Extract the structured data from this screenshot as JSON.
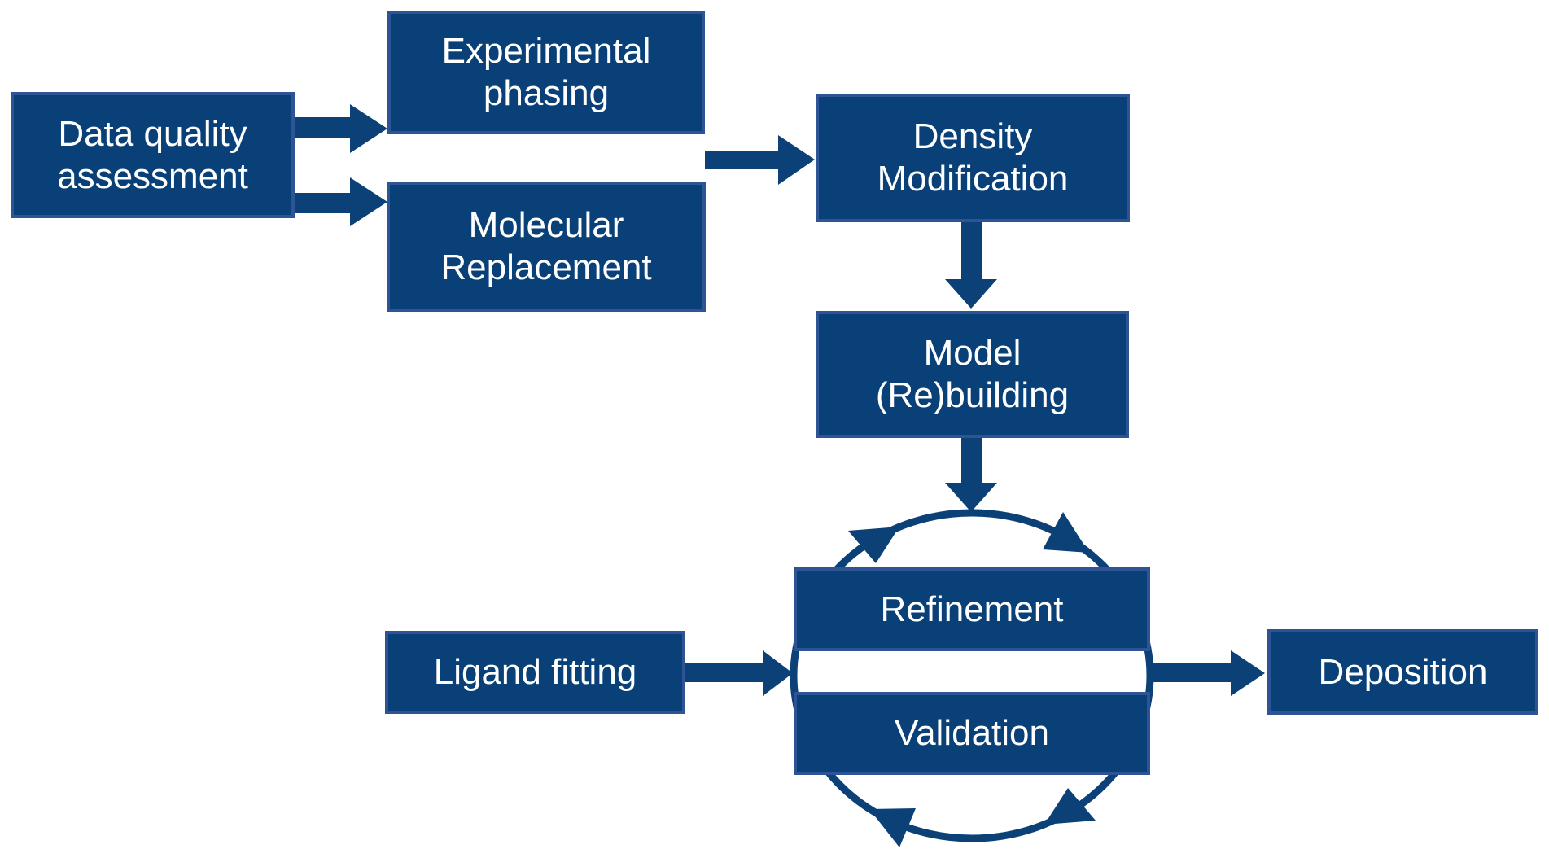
{
  "colors": {
    "background": "#ffffff",
    "box_fill": "#0A4078",
    "box_border": "#2F5496",
    "arrow": "#0B4177",
    "text": "#ffffff"
  },
  "nodes": {
    "data_quality": {
      "label": "Data quality assessment"
    },
    "experimental_phasing": {
      "label": "Experimental phasing"
    },
    "molecular_replacement": {
      "label": "Molecular Replacement"
    },
    "density_modification": {
      "label": "Density Modification"
    },
    "model_rebuilding": {
      "label": "Model (Re)building"
    },
    "refinement": {
      "label": "Refinement"
    },
    "validation": {
      "label": "Validation"
    },
    "ligand_fitting": {
      "label": "Ligand fitting"
    },
    "deposition": {
      "label": "Deposition"
    }
  },
  "connections": [
    {
      "from": "data_quality",
      "to": "experimental_phasing"
    },
    {
      "from": "data_quality",
      "to": "molecular_replacement"
    },
    {
      "from": "experimental_phasing+molecular_replacement",
      "to": "density_modification"
    },
    {
      "from": "density_modification",
      "to": "model_rebuilding"
    },
    {
      "from": "model_rebuilding",
      "to": "refinement_validation_cycle"
    },
    {
      "from": "ligand_fitting",
      "to": "refinement_validation_cycle"
    },
    {
      "from": "refinement_validation_cycle",
      "to": "deposition"
    },
    {
      "cycle": "Refinement and Validation repeat in a clockwise loop"
    }
  ]
}
